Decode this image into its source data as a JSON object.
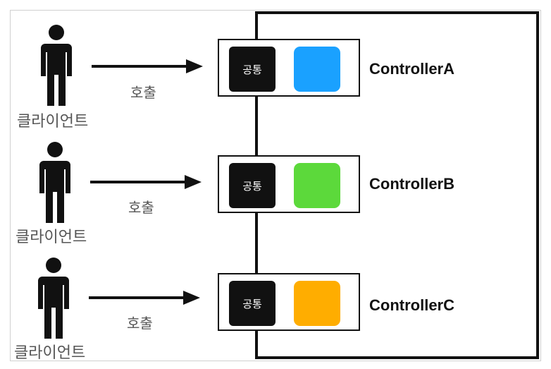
{
  "rows": [
    {
      "client_label": "클라이언트",
      "call_label": "호출",
      "common_label": "공통",
      "controller_name": "ControllerA",
      "color": "#1aa1ff"
    },
    {
      "client_label": "클라이언트",
      "call_label": "호출",
      "common_label": "공통",
      "controller_name": "ControllerB",
      "color": "#5cd93b"
    },
    {
      "client_label": "클라이언트",
      "call_label": "호출",
      "common_label": "공통",
      "controller_name": "ControllerC",
      "color": "#ffad00"
    }
  ],
  "colors": {
    "container_border": "#111111",
    "text_gray": "#555555"
  },
  "icons": [
    "person-icon",
    "arrow-right-icon"
  ]
}
